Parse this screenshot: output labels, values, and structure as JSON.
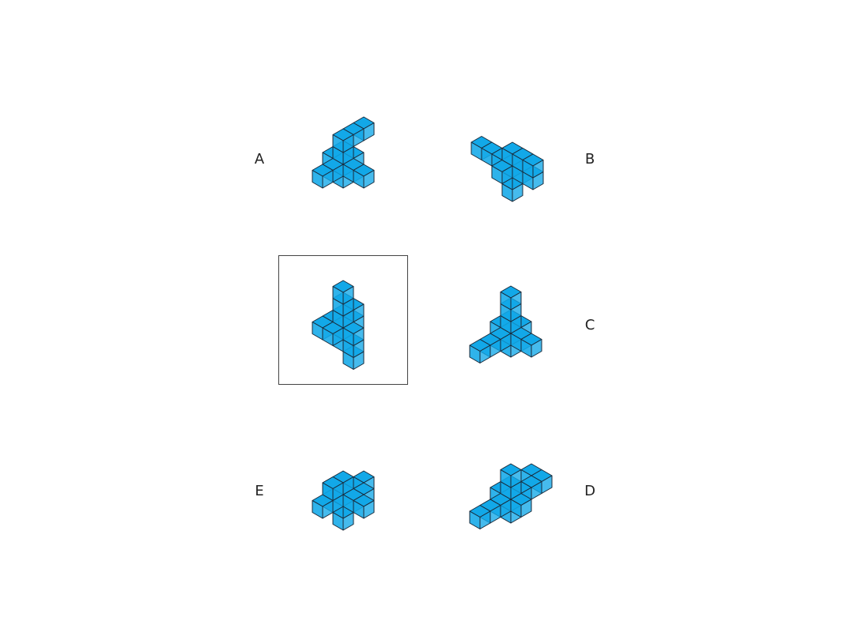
{
  "colors": {
    "cube_fill": "#12a8e8",
    "cube_stroke": "#1a2a3a",
    "frame": "#444444",
    "label": "#222222"
  },
  "reference": {
    "name": "reference-shape"
  },
  "options": [
    {
      "label": "A"
    },
    {
      "label": "B"
    },
    {
      "label": "C"
    },
    {
      "label": "E"
    },
    {
      "label": "D"
    }
  ]
}
